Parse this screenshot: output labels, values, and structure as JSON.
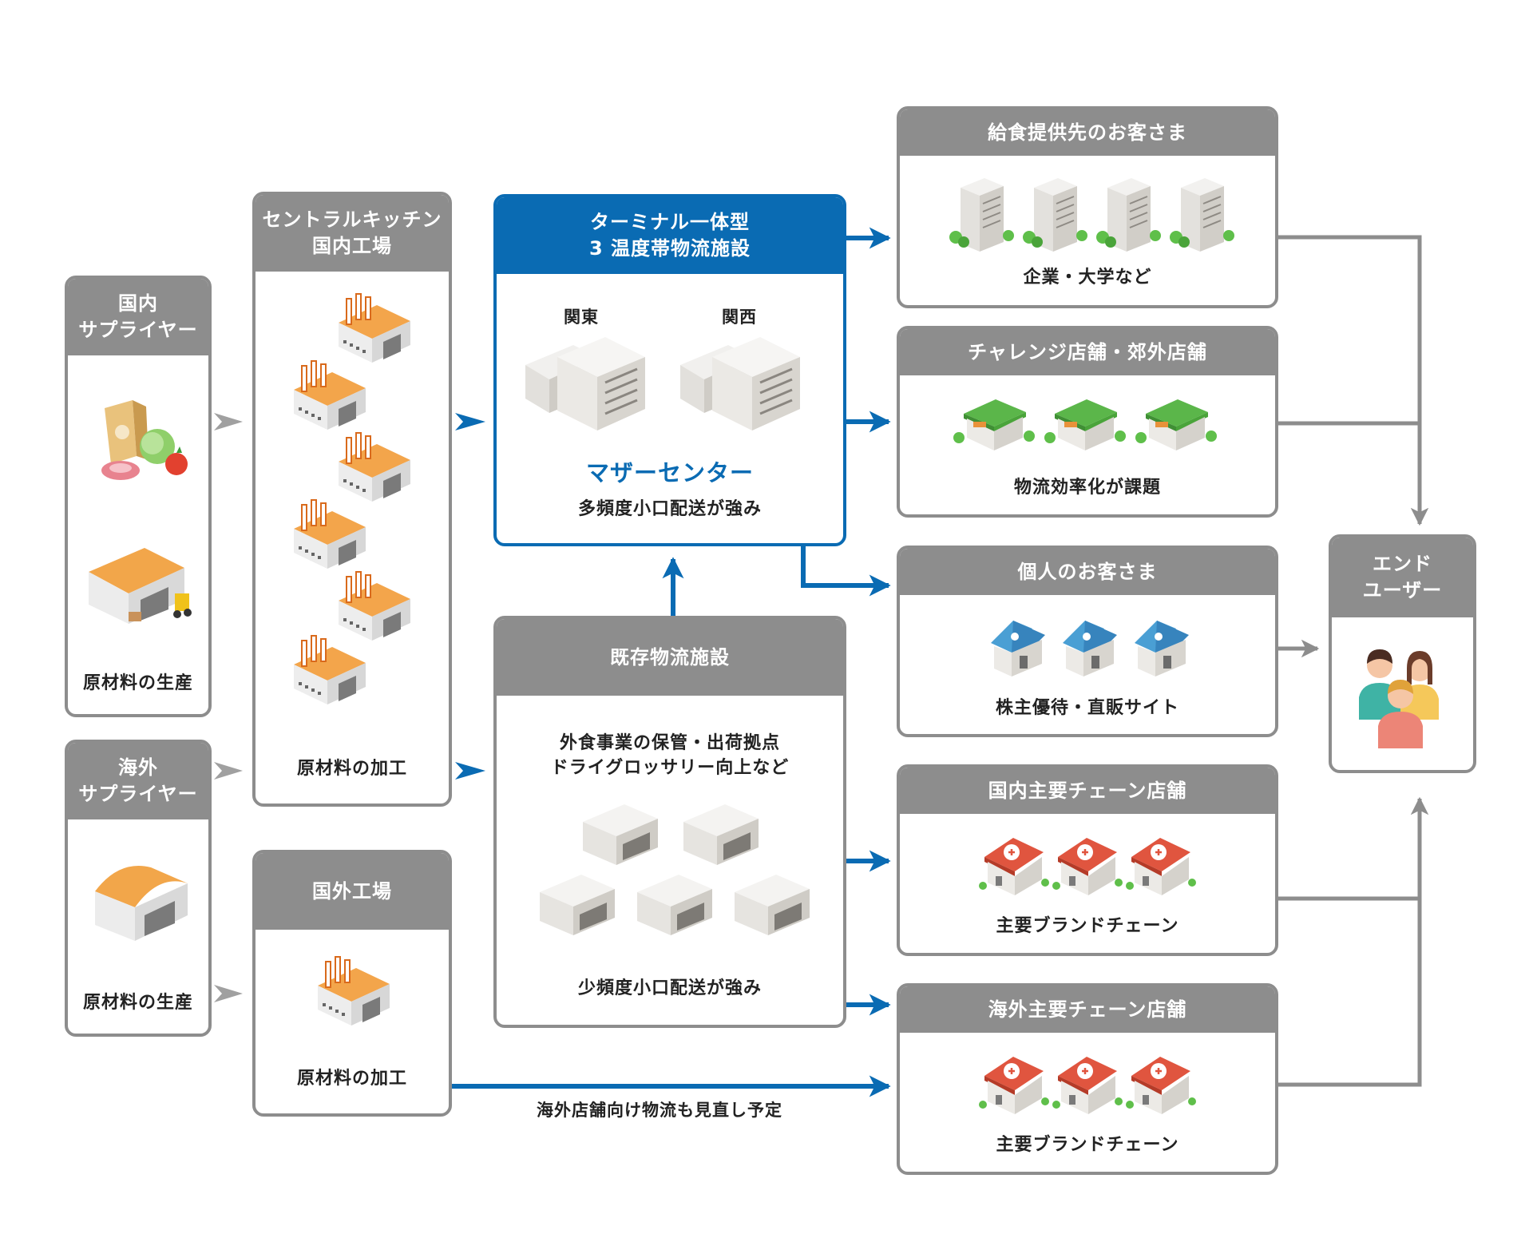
{
  "colors": {
    "gray": "#8d8d8d",
    "blue": "#0a6bb3",
    "orange": "#e68a1a",
    "green": "#58b347",
    "red": "#e0553f",
    "skyblue": "#4a9fd4"
  },
  "domestic_supplier": {
    "title_l1": "国内",
    "title_l2": "サプライヤー",
    "caption": "原材料の生産"
  },
  "overseas_supplier": {
    "title_l1": "海外",
    "title_l2": "サプライヤー",
    "caption": "原材料の生産"
  },
  "central_kitchen": {
    "title_l1": "セントラルキッチン",
    "title_l2": "国内工場",
    "caption": "原材料の加工"
  },
  "overseas_factory": {
    "title": "国外工場",
    "caption": "原材料の加工"
  },
  "terminal": {
    "title_l1": "ターミナル一体型",
    "title_l2": "3 温度帯物流施設",
    "kanto": "関東",
    "kansai": "関西",
    "name": "マザーセンター",
    "caption": "多頻度小口配送が強み"
  },
  "existing": {
    "title": "既存物流施設",
    "desc_l1": "外食事業の保管・出荷拠点",
    "desc_l2": "ドライグロッサリー向上など",
    "caption": "少頻度小口配送が強み"
  },
  "dest1": {
    "title": "給食提供先のお客さま",
    "caption": "企業・大学など"
  },
  "dest2": {
    "title": "チャレンジ店舗・郊外店舗",
    "caption": "物流効率化が課題"
  },
  "dest3": {
    "title": "個人のお客さま",
    "caption": "株主優待・直販サイト"
  },
  "dest4": {
    "title": "国内主要チェーン店舗",
    "caption": "主要ブランドチェーン"
  },
  "dest5": {
    "title": "海外主要チェーン店舗",
    "caption": "主要ブランドチェーン"
  },
  "end_user": {
    "title_l1": "エンド",
    "title_l2": "ユーザー"
  },
  "overseas_note": "海外店舗向け物流も見直し予定"
}
